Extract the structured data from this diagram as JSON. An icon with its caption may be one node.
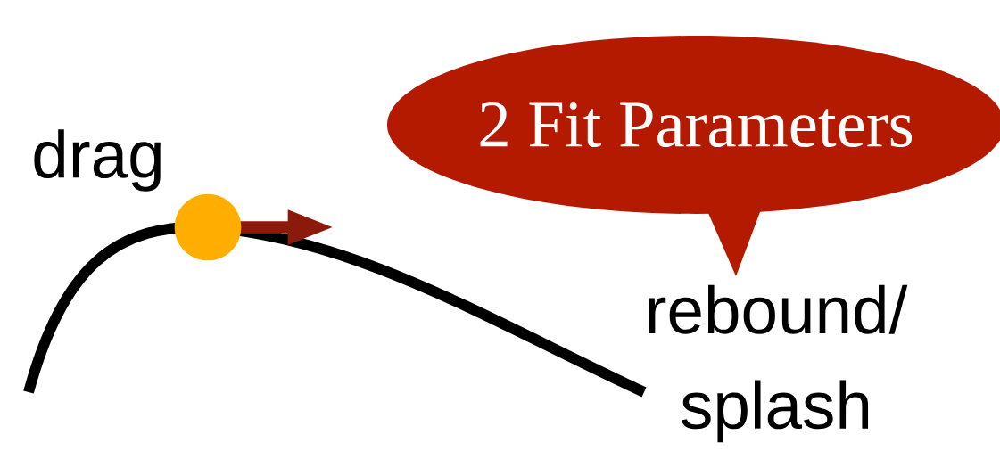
{
  "diagram": {
    "nodes": [
      {
        "text": [
          "2 Fit Parameters"
        ]
      }
    ],
    "labels": [
      "drag",
      "rebound/ splash"
    ]
  }
}
